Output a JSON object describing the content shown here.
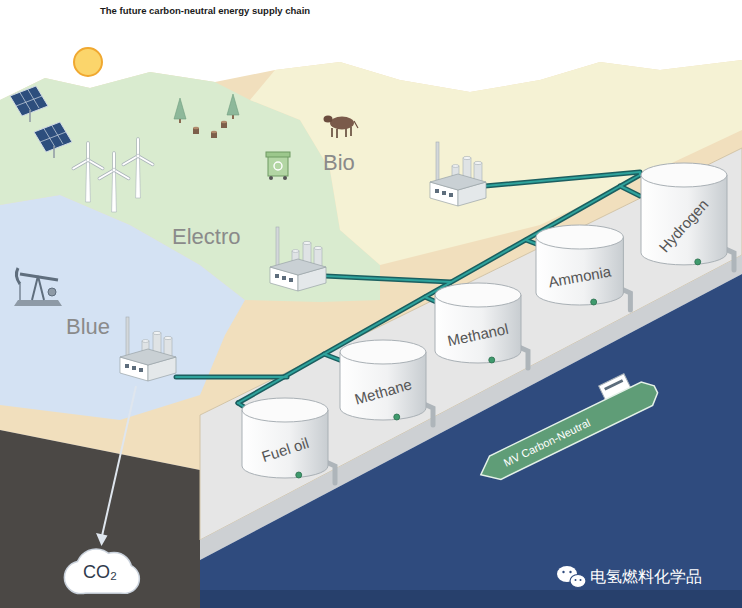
{
  "diagram": {
    "title": "The future carbon-neutral energy supply chain",
    "nodes": [
      {
        "text": [
          "Fuel oil"
        ]
      },
      {
        "text": [
          "Methane"
        ]
      },
      {
        "text": [
          "Methanol"
        ]
      },
      {
        "text": [
          "Ammonia"
        ]
      },
      {
        "text": [
          "Hydrogen"
        ]
      },
      {
        "text": [
          "MV Carbon-Neutral"
        ]
      },
      {
        "text": [
          "CO₂"
        ]
      }
    ],
    "labels": [
      "Bio",
      "Electro",
      "Blue",
      "电氢燃料化学品"
    ]
  }
}
